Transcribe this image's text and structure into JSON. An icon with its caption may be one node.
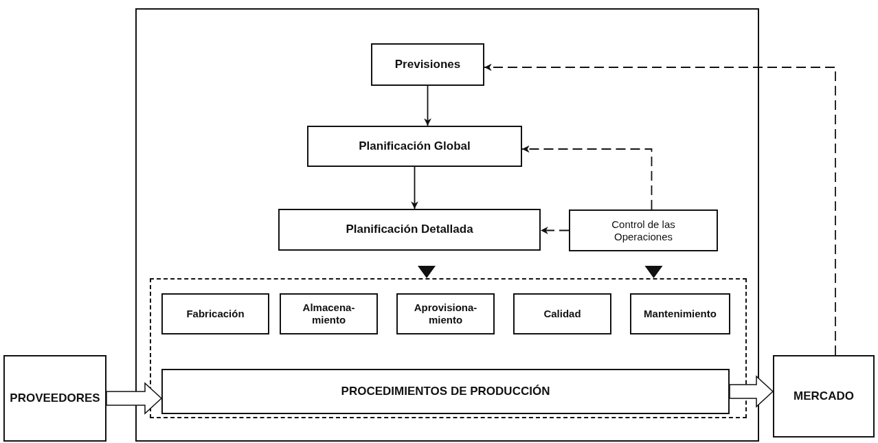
{
  "diagram": {
    "nodes": [
      {
        "text": [],
        "shape": "box"
      },
      {
        "text": [
          "Previsiones"
        ],
        "in": 0
      },
      {
        "text": [
          "Planificación Global"
        ],
        "in": 0
      },
      {
        "text": [
          "Planificación Detallada"
        ],
        "in": 0
      },
      {
        "text": [
          "Control de las Operaciones"
        ],
        "in": 0
      },
      {
        "text": [],
        "shape": "box",
        "in": 0
      },
      {
        "text": [
          "Fabricación"
        ],
        "in": 5
      },
      {
        "text": [
          "Almacena- miento"
        ],
        "in": 5
      },
      {
        "text": [
          "Aprovisiona- miento"
        ],
        "in": 5
      },
      {
        "text": [
          "Calidad"
        ],
        "in": 5
      },
      {
        "text": [
          "Mantenimiento"
        ],
        "in": 5
      },
      {
        "text": [
          "PROCEDIMIENTOS DE PRODUCCIÓN"
        ],
        "in": 5
      },
      {
        "text": [
          "PROVEEDORES"
        ]
      },
      {
        "text": [
          "MERCADO"
        ]
      }
    ],
    "edges": [
      {
        "from": 1,
        "to": 2,
        "arrow": "to"
      },
      {
        "from": 2,
        "to": 3,
        "arrow": "to"
      },
      {
        "from": 13,
        "to": 1,
        "arrow": "to",
        "style": "dashed"
      },
      {
        "from": 4,
        "to": 2,
        "arrow": "to",
        "style": "dashed"
      },
      {
        "from": 4,
        "to": 3,
        "arrow": "to",
        "style": "dashed"
      },
      {
        "from": 3,
        "to": 5,
        "arrow": "to",
        "style": "thick"
      },
      {
        "from": 4,
        "to": 5,
        "arrow": "to",
        "style": "thick"
      },
      {
        "from": 12,
        "to": 11,
        "arrow": "to",
        "style": "thick"
      },
      {
        "from": 11,
        "to": 13,
        "arrow": "to",
        "style": "thick"
      }
    ]
  }
}
